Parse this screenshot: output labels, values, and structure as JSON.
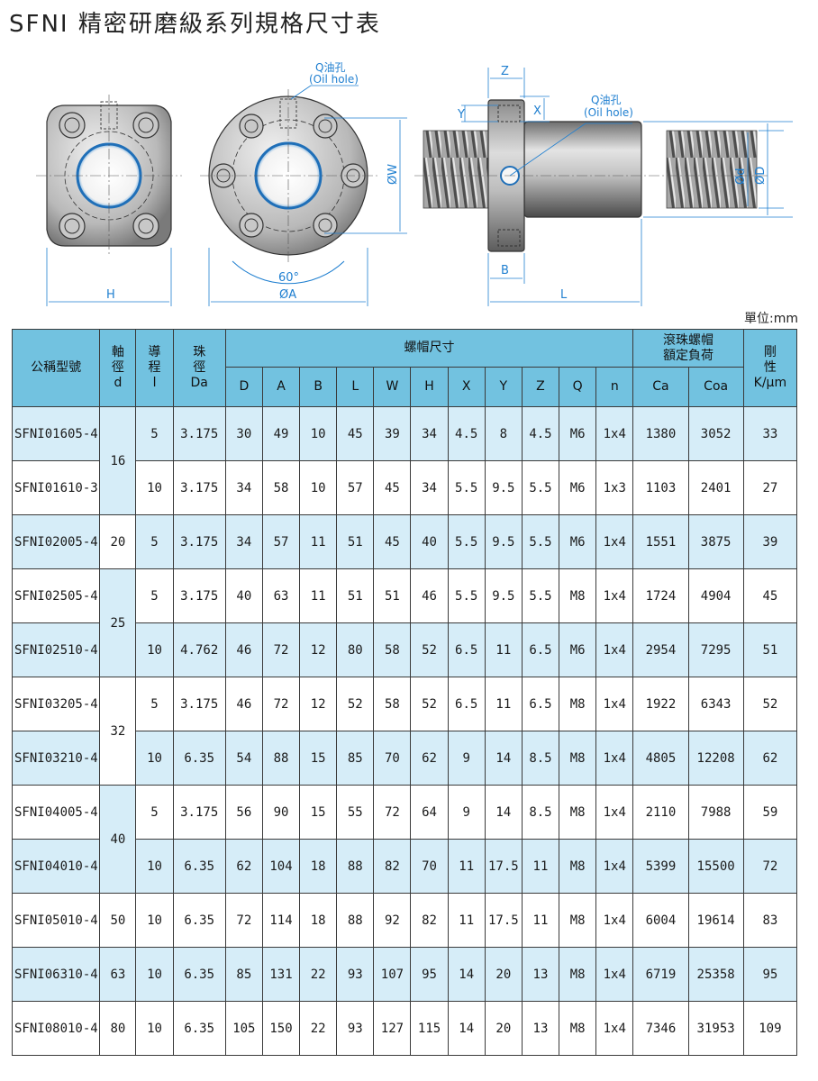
{
  "title": "SFNI 精密研磨級系列規格尺寸表",
  "drawing": {
    "oil_hole_label": "Q油孔",
    "oil_hole_label_en": "(Oil hole)",
    "dim_H": "H",
    "dim_A": "ØA",
    "dim_W": "ØW",
    "dim_angle": "60°",
    "dim_Z": "Z",
    "dim_Y": "Y",
    "dim_X": "X",
    "dim_B": "B",
    "dim_L": "L",
    "dim_d": "Ød",
    "dim_D": "ØD"
  },
  "unit_label": "單位:mm",
  "table": {
    "header": {
      "model": "公稱型號",
      "shaft_1": "軸",
      "shaft_2": "徑",
      "shaft_3": "d",
      "lead_1": "導",
      "lead_2": "程",
      "lead_3": "l",
      "ball_1": "珠",
      "ball_2": "徑",
      "ball_3": "Da",
      "nut_dims": "螺帽尺寸",
      "load_1": "滾珠螺帽",
      "load_2": "額定負荷",
      "rigid_1": "剛",
      "rigid_2": "性",
      "rigid_3": "K/μm",
      "sub": [
        "D",
        "A",
        "B",
        "L",
        "W",
        "H",
        "X",
        "Y",
        "Z",
        "Q",
        "n"
      ],
      "ca": "Ca",
      "coa": "Coa"
    },
    "rows": [
      {
        "model": "SFNI01605-4",
        "l": "5",
        "da": "3.175",
        "D": "30",
        "A": "49",
        "B": "10",
        "L": "45",
        "W": "39",
        "H": "34",
        "X": "4.5",
        "Y": "8",
        "Z": "4.5",
        "Q": "M6",
        "n": "1x4",
        "ca": "1380",
        "coa": "3052",
        "k": "33"
      },
      {
        "model": "SFNI01610-3",
        "l": "10",
        "da": "3.175",
        "D": "34",
        "A": "58",
        "B": "10",
        "L": "57",
        "W": "45",
        "H": "34",
        "X": "5.5",
        "Y": "9.5",
        "Z": "5.5",
        "Q": "M6",
        "n": "1x3",
        "ca": "1103",
        "coa": "2401",
        "k": "27"
      },
      {
        "model": "SFNI02005-4",
        "l": "5",
        "da": "3.175",
        "D": "34",
        "A": "57",
        "B": "11",
        "L": "51",
        "W": "45",
        "H": "40",
        "X": "5.5",
        "Y": "9.5",
        "Z": "5.5",
        "Q": "M6",
        "n": "1x4",
        "ca": "1551",
        "coa": "3875",
        "k": "39"
      },
      {
        "model": "SFNI02505-4",
        "l": "5",
        "da": "3.175",
        "D": "40",
        "A": "63",
        "B": "11",
        "L": "51",
        "W": "51",
        "H": "46",
        "X": "5.5",
        "Y": "9.5",
        "Z": "5.5",
        "Q": "M8",
        "n": "1x4",
        "ca": "1724",
        "coa": "4904",
        "k": "45"
      },
      {
        "model": "SFNI02510-4",
        "l": "10",
        "da": "4.762",
        "D": "46",
        "A": "72",
        "B": "12",
        "L": "80",
        "W": "58",
        "H": "52",
        "X": "6.5",
        "Y": "11",
        "Z": "6.5",
        "Q": "M6",
        "n": "1x4",
        "ca": "2954",
        "coa": "7295",
        "k": "51"
      },
      {
        "model": "SFNI03205-4",
        "l": "5",
        "da": "3.175",
        "D": "46",
        "A": "72",
        "B": "12",
        "L": "52",
        "W": "58",
        "H": "52",
        "X": "6.5",
        "Y": "11",
        "Z": "6.5",
        "Q": "M8",
        "n": "1x4",
        "ca": "1922",
        "coa": "6343",
        "k": "52"
      },
      {
        "model": "SFNI03210-4",
        "l": "10",
        "da": "6.35",
        "D": "54",
        "A": "88",
        "B": "15",
        "L": "85",
        "W": "70",
        "H": "62",
        "X": "9",
        "Y": "14",
        "Z": "8.5",
        "Q": "M8",
        "n": "1x4",
        "ca": "4805",
        "coa": "12208",
        "k": "62"
      },
      {
        "model": "SFNI04005-4",
        "l": "5",
        "da": "3.175",
        "D": "56",
        "A": "90",
        "B": "15",
        "L": "55",
        "W": "72",
        "H": "64",
        "X": "9",
        "Y": "14",
        "Z": "8.5",
        "Q": "M8",
        "n": "1x4",
        "ca": "2110",
        "coa": "7988",
        "k": "59"
      },
      {
        "model": "SFNI04010-4",
        "l": "10",
        "da": "6.35",
        "D": "62",
        "A": "104",
        "B": "18",
        "L": "88",
        "W": "82",
        "H": "70",
        "X": "11",
        "Y": "17.5",
        "Z": "11",
        "Q": "M8",
        "n": "1x4",
        "ca": "5399",
        "coa": "15500",
        "k": "72"
      },
      {
        "model": "SFNI05010-4",
        "l": "10",
        "da": "6.35",
        "D": "72",
        "A": "114",
        "B": "18",
        "L": "88",
        "W": "92",
        "H": "82",
        "X": "11",
        "Y": "17.5",
        "Z": "11",
        "Q": "M8",
        "n": "1x4",
        "ca": "6004",
        "coa": "19614",
        "k": "83"
      },
      {
        "model": "SFNI06310-4",
        "l": "10",
        "da": "6.35",
        "D": "85",
        "A": "131",
        "B": "22",
        "L": "93",
        "W": "107",
        "H": "95",
        "X": "14",
        "Y": "20",
        "Z": "13",
        "Q": "M8",
        "n": "1x4",
        "ca": "6719",
        "coa": "25358",
        "k": "95"
      },
      {
        "model": "SFNI08010-4",
        "l": "10",
        "da": "6.35",
        "D": "105",
        "A": "150",
        "B": "22",
        "L": "93",
        "W": "127",
        "H": "115",
        "X": "14",
        "Y": "20",
        "Z": "13",
        "Q": "M8",
        "n": "1x4",
        "ca": "7346",
        "coa": "31953",
        "k": "109"
      }
    ],
    "shaft_groups": [
      {
        "d": "16",
        "start": 0,
        "span": 2
      },
      {
        "d": "20",
        "start": 2,
        "span": 1
      },
      {
        "d": "25",
        "start": 3,
        "span": 2
      },
      {
        "d": "32",
        "start": 5,
        "span": 2
      },
      {
        "d": "40",
        "start": 7,
        "span": 2
      },
      {
        "d": "50",
        "start": 9,
        "span": 1
      },
      {
        "d": "63",
        "start": 10,
        "span": 1
      },
      {
        "d": "80",
        "start": 11,
        "span": 1
      }
    ]
  }
}
